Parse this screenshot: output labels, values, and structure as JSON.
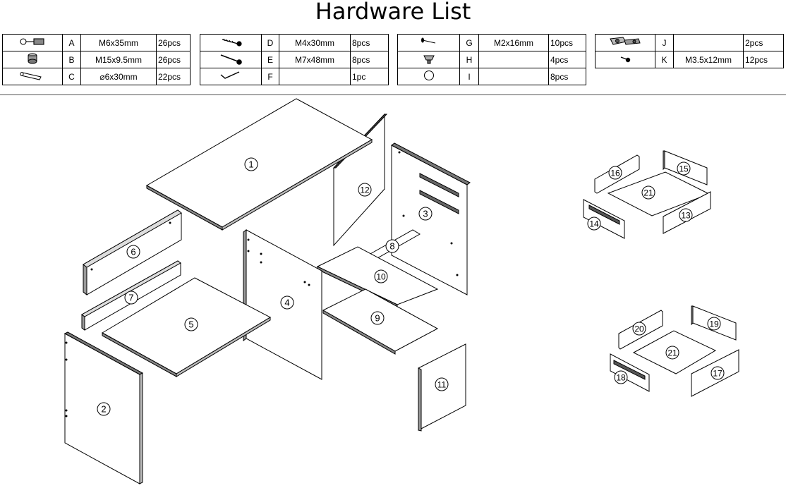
{
  "title": "Hardware List",
  "hardware_groups": [
    {
      "items": [
        {
          "icon": "cam-bolt-icon",
          "letter": "A",
          "spec": "M6x35mm",
          "qty": "26pcs"
        },
        {
          "icon": "cam-lock-icon",
          "letter": "B",
          "spec": "M15x9.5mm",
          "qty": "26pcs"
        },
        {
          "icon": "wooden-dowel-icon",
          "letter": "C",
          "spec": "⌀6x30mm",
          "qty": "22pcs"
        }
      ]
    },
    {
      "items": [
        {
          "icon": "screw-icon",
          "letter": "D",
          "spec": "M4x30mm",
          "qty": "8pcs"
        },
        {
          "icon": "long-screw-icon",
          "letter": "E",
          "spec": "M7x48mm",
          "qty": "8pcs"
        },
        {
          "icon": "allen-key-icon",
          "letter": "F",
          "spec": "",
          "qty": "1pc"
        }
      ]
    },
    {
      "items": [
        {
          "icon": "nail-icon",
          "letter": "G",
          "spec": "M2x16mm",
          "qty": "10pcs"
        },
        {
          "icon": "plastic-foot-icon",
          "letter": "H",
          "spec": "",
          "qty": "4pcs"
        },
        {
          "icon": "cover-cap-icon",
          "letter": "I",
          "spec": "",
          "qty": "8pcs"
        }
      ]
    },
    {
      "items": [
        {
          "icon": "hinge-icon",
          "letter": "J",
          "spec": "",
          "qty": "2pcs"
        },
        {
          "icon": "small-screw-icon",
          "letter": "K",
          "spec": "M3.5x12mm",
          "qty": "12pcs"
        }
      ]
    }
  ],
  "part_numbers": [
    "1",
    "2",
    "3",
    "4",
    "5",
    "6",
    "7",
    "8",
    "9",
    "10",
    "11",
    "12",
    "13",
    "14",
    "15",
    "16",
    "17",
    "18",
    "19",
    "20",
    "21"
  ]
}
